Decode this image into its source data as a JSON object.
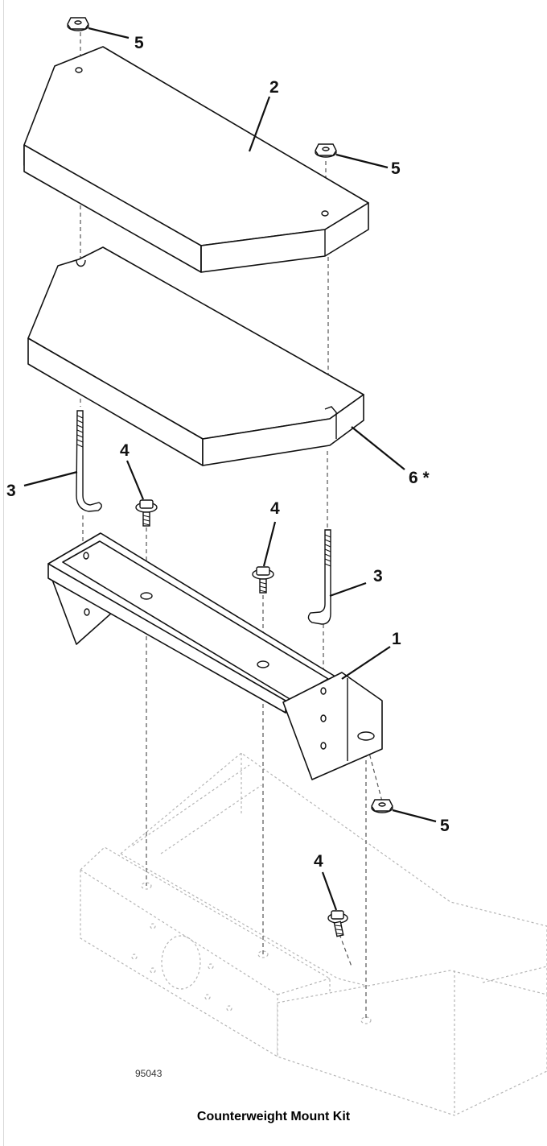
{
  "figure": {
    "caption": "Counterweight Mount Kit",
    "figure_number": "95043"
  },
  "callouts": {
    "c1": "1",
    "c2": "2",
    "c3a": "3",
    "c3b": "3",
    "c4a": "4",
    "c4b": "4",
    "c4c": "4",
    "c5a": "5",
    "c5b": "5",
    "c5c": "5",
    "c6": "6 *"
  }
}
